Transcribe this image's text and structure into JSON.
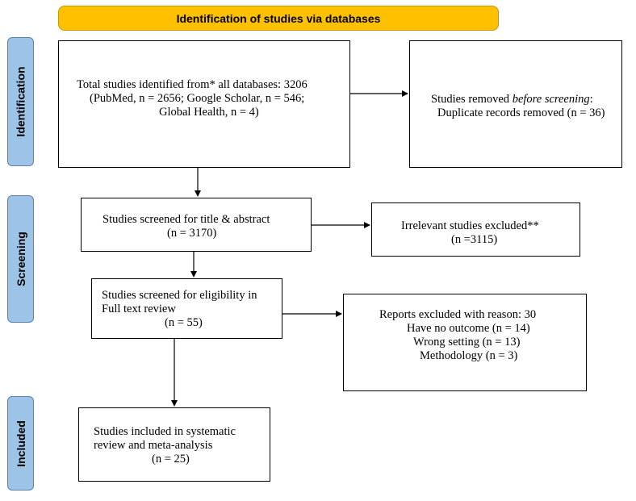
{
  "header": {
    "title": "Identification of studies via databases"
  },
  "phases": {
    "identification": "Identification",
    "screening": "Screening",
    "included": "Included"
  },
  "boxes": {
    "identified": {
      "line1": "Total studies identified from* all databases: 3206",
      "line2": "(PubMed, n = 2656; Google Scholar, n = 546;",
      "line3": "Global Health, n = 4)"
    },
    "removed": {
      "line1_prefix": "Studies removed ",
      "line1_italic": "before screening",
      "line1_suffix": ":",
      "line2": "Duplicate records removed (n = 36)"
    },
    "screened_title": {
      "line1": "Studies screened for title & abstract",
      "line2": "(n = 3170)"
    },
    "irrelevant": {
      "line1": "Irrelevant studies excluded**",
      "line2": "(n =3115)"
    },
    "eligibility": {
      "line1": "Studies screened for eligibility in",
      "line2": "Full text review",
      "line3": "(n = 55)"
    },
    "excluded": {
      "line1": "Reports excluded with reason: 30",
      "line2": "Have no outcome (n = 14)",
      "line3": "Wrong setting (n = 13)",
      "line4": "Methodology (n = 3)"
    },
    "included": {
      "line1": "Studies included in systematic",
      "line2": "review and meta-analysis",
      "line3": "(n = 25)"
    }
  }
}
